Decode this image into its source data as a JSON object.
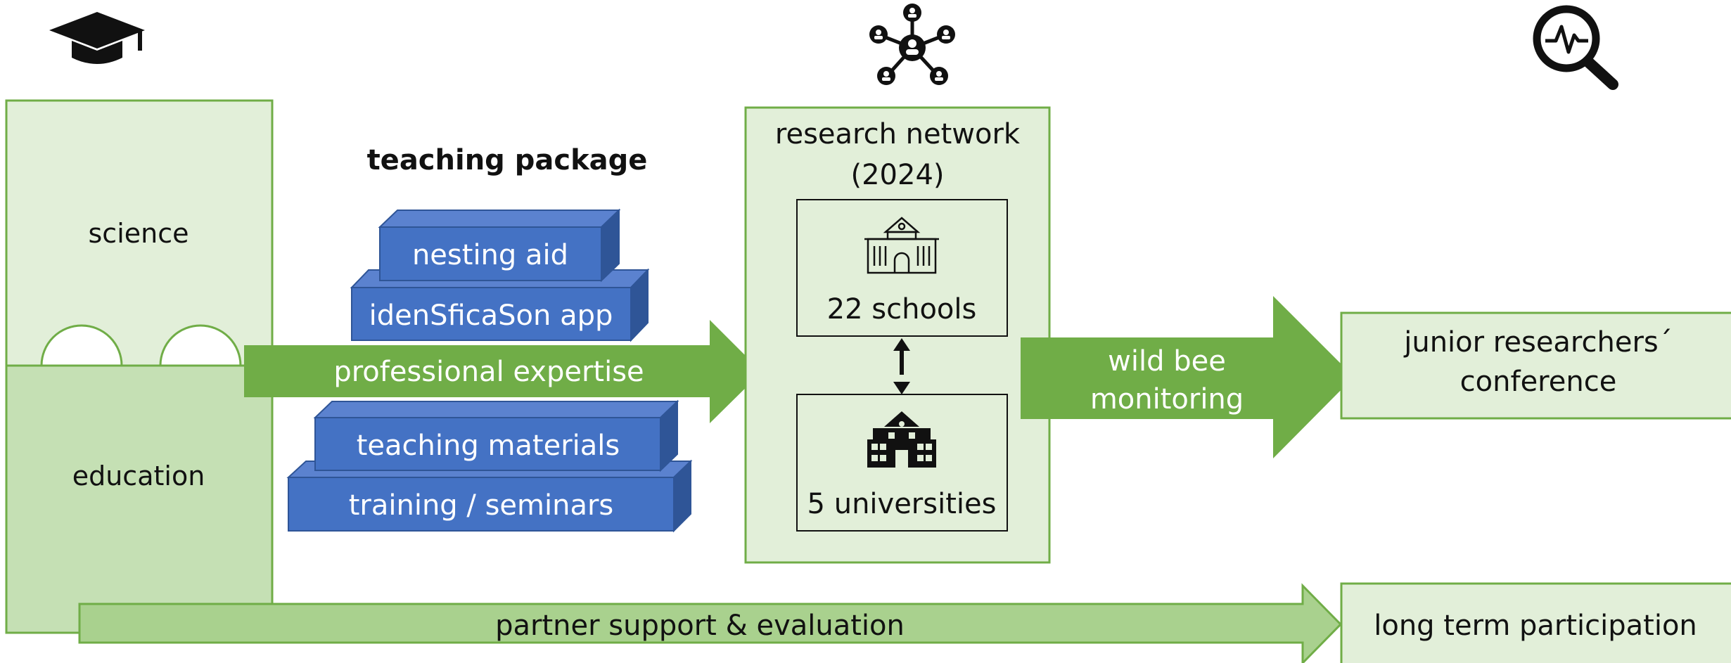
{
  "icons": {
    "education": "graduation-cap-icon",
    "network": "network-people-icon",
    "monitoring": "magnifier-pulse-icon",
    "school": "school-building-icon",
    "university": "university-building-icon",
    "double_arrow": "vertical-double-arrow-icon"
  },
  "colors": {
    "light_green_fill": "#e2efd9",
    "medium_green_fill": "#c5e0b4",
    "bar_green_fill": "#a9d18e",
    "green_stroke": "#70ad47",
    "arrow_green": "#70ad47",
    "block_blue": "#4472c4",
    "block_blue_dark": "#2f5597",
    "block_blue_light": "#5b82cf"
  },
  "pillar": {
    "top_label": "science",
    "bottom_label": "education"
  },
  "teaching_package": {
    "title": "teaching package",
    "blocks": [
      "nesting aid",
      "idenSficaSon app",
      "teaching materials",
      "training / seminars"
    ]
  },
  "expertise_arrow": {
    "label": "professional expertise"
  },
  "research_network": {
    "title_line1": "research network",
    "title_line2": "(2024)",
    "schools_label": "22 schools",
    "universities_label": "5 universities"
  },
  "monitoring_arrow": {
    "label_line1": "wild bee",
    "label_line2": "monitoring"
  },
  "conference": {
    "label_line1": "junior researchers´",
    "label_line2": "conference"
  },
  "support_bar": {
    "label": "partner support & evaluation"
  },
  "long_term": {
    "label": "long term participation"
  }
}
